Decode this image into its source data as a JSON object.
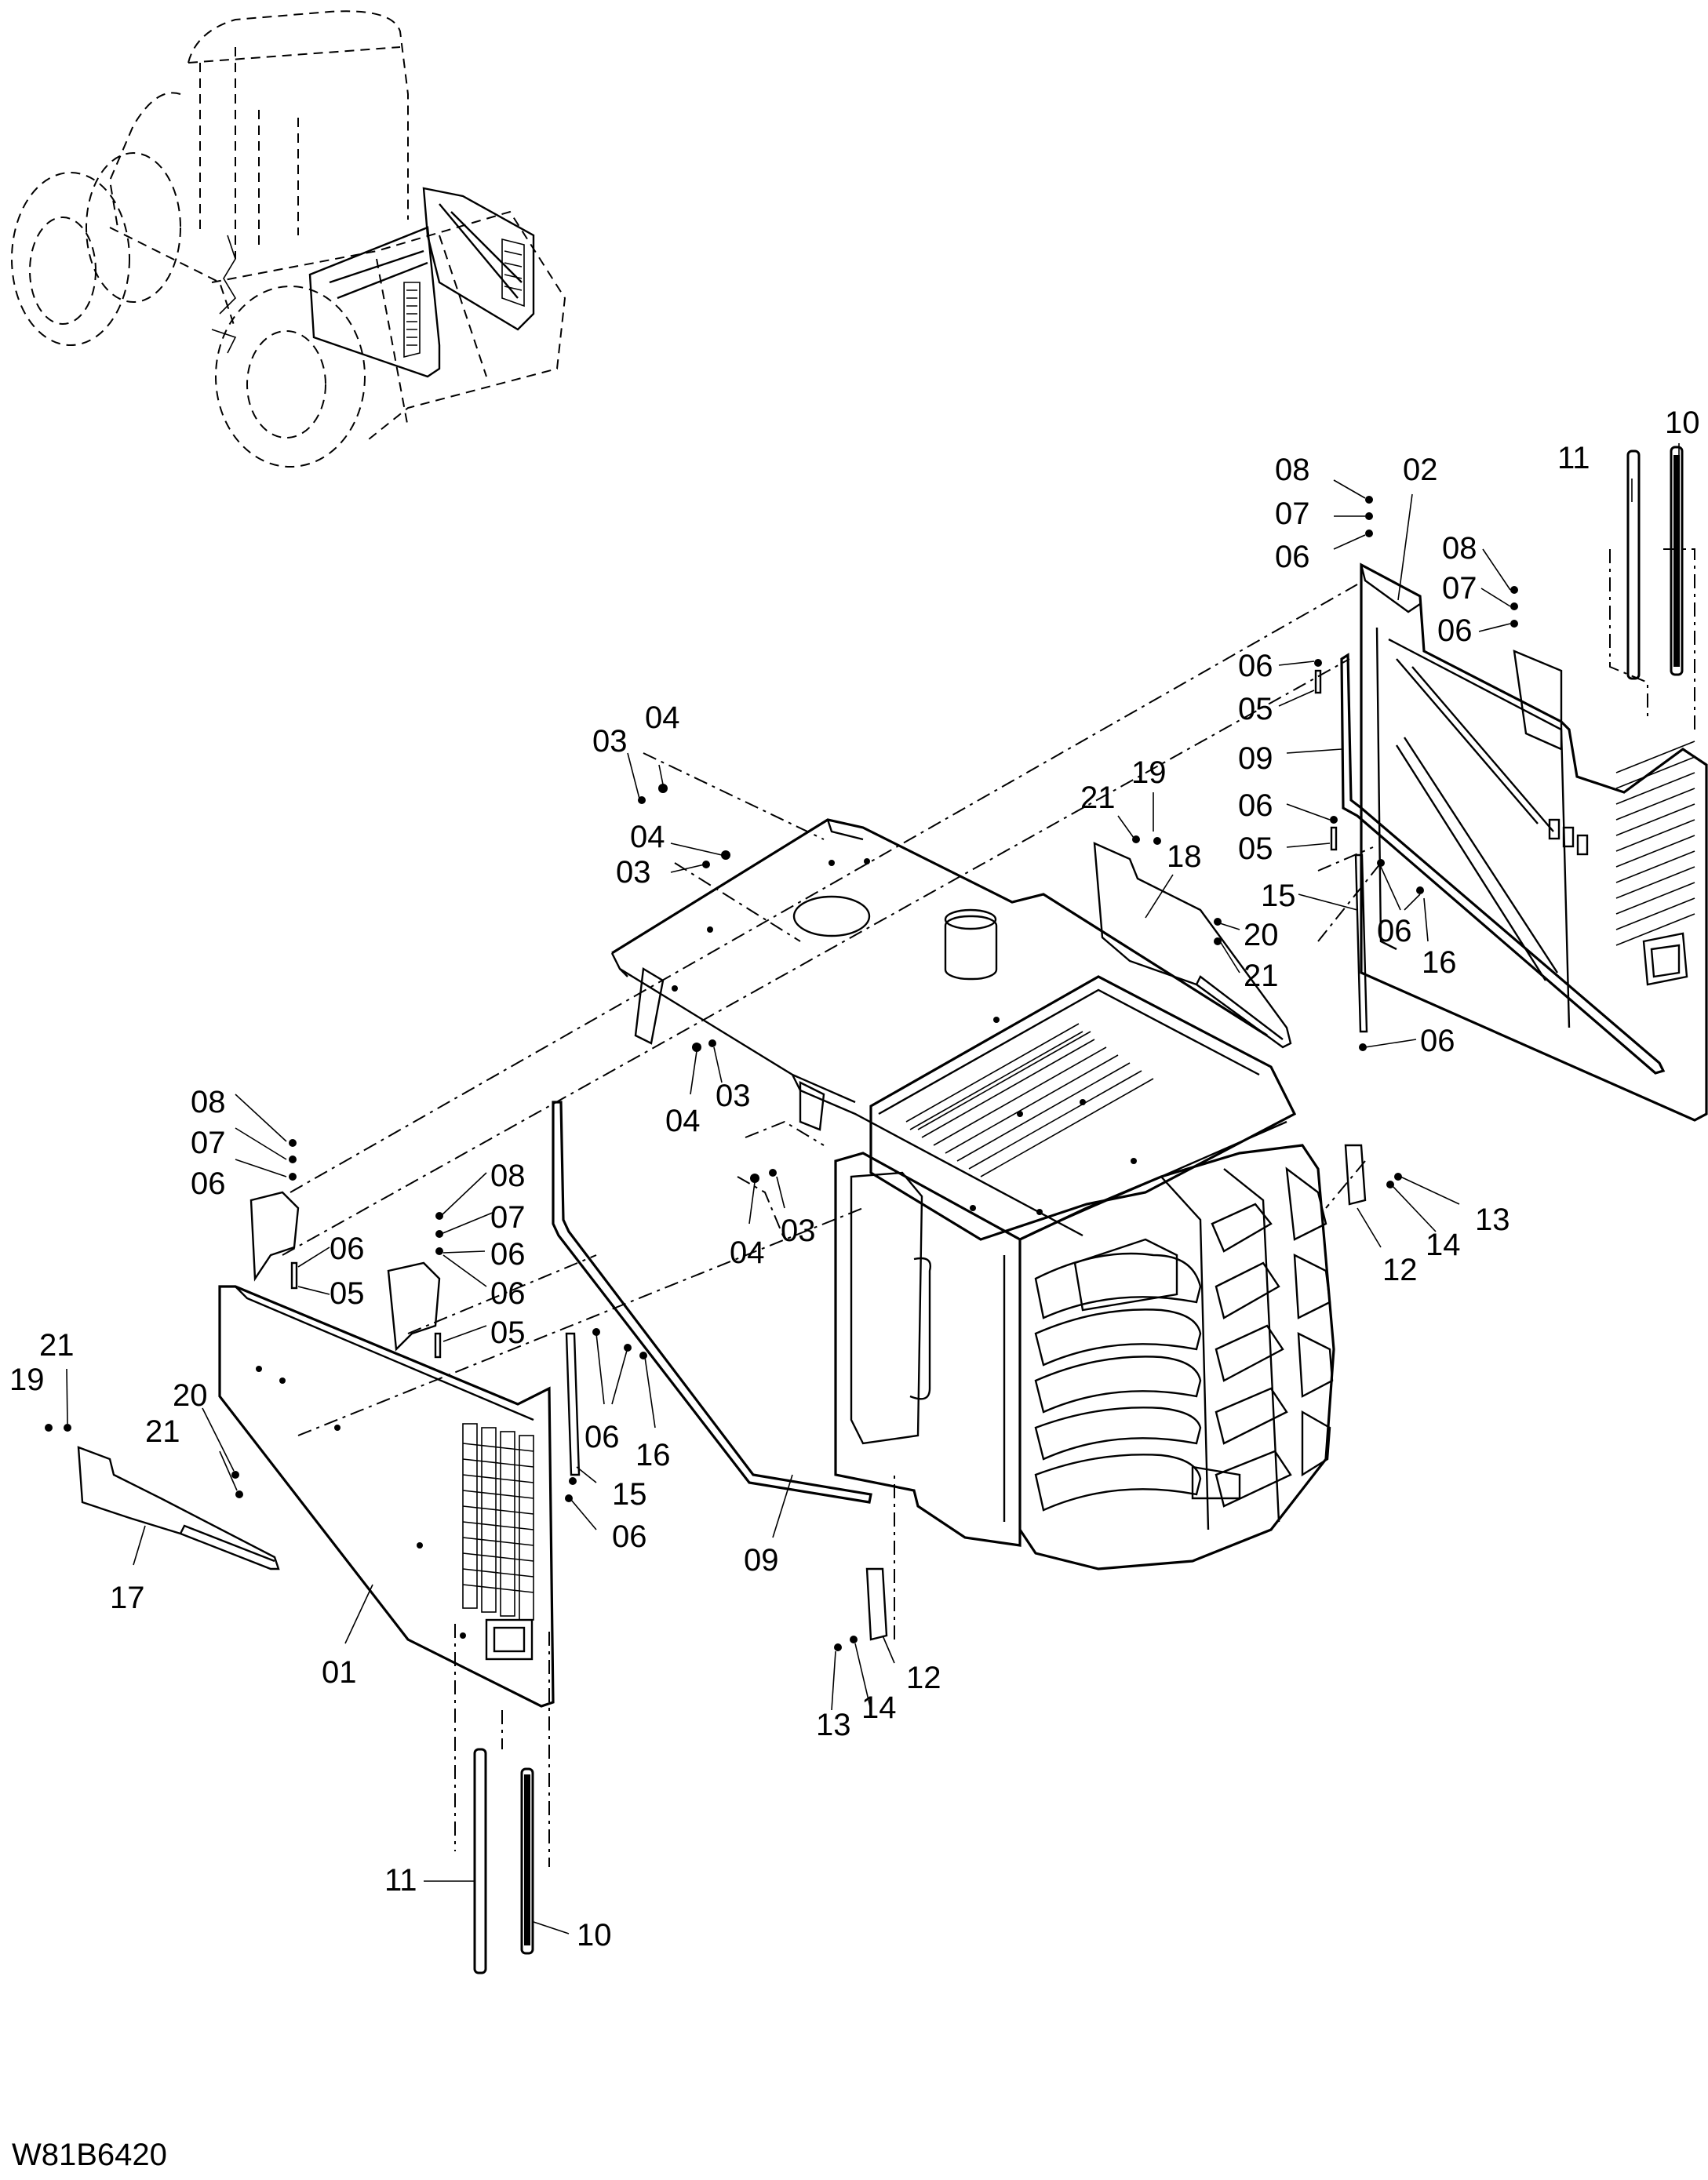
{
  "drawing_code": "W81B6420",
  "callouts": [
    {
      "key": "c_02_tr",
      "text": "02"
    },
    {
      "key": "c_08_tr1",
      "text": "08"
    },
    {
      "key": "c_07_tr1",
      "text": "07"
    },
    {
      "key": "c_06_tr1",
      "text": "06"
    },
    {
      "key": "c_08_tr2",
      "text": "08"
    },
    {
      "key": "c_07_tr2",
      "text": "07"
    },
    {
      "key": "c_06_tr2",
      "text": "06"
    },
    {
      "key": "c_06_tr3",
      "text": "06"
    },
    {
      "key": "c_05_tr1",
      "text": "05"
    },
    {
      "key": "c_09_tr",
      "text": "09"
    },
    {
      "key": "c_06_tr4",
      "text": "06"
    },
    {
      "key": "c_05_tr2",
      "text": "05"
    },
    {
      "key": "c_15_tr",
      "text": "15"
    },
    {
      "key": "c_06_tr5",
      "text": "06"
    },
    {
      "key": "c_16_tr",
      "text": "16"
    },
    {
      "key": "c_06_tr6",
      "text": "06"
    },
    {
      "key": "c_11_tr",
      "text": "11"
    },
    {
      "key": "c_10_tr",
      "text": "10"
    },
    {
      "key": "c_19_tr",
      "text": "19"
    },
    {
      "key": "c_21_tr1",
      "text": "21"
    },
    {
      "key": "c_18_tr",
      "text": "18"
    },
    {
      "key": "c_20_tr",
      "text": "20"
    },
    {
      "key": "c_21_tr2",
      "text": "21"
    },
    {
      "key": "c_03_top1",
      "text": "03"
    },
    {
      "key": "c_04_top1",
      "text": "04"
    },
    {
      "key": "c_04_top2",
      "text": "04"
    },
    {
      "key": "c_03_top2",
      "text": "03"
    },
    {
      "key": "c_04_mid1",
      "text": "04"
    },
    {
      "key": "c_03_mid1",
      "text": "03"
    },
    {
      "key": "c_04_mid2",
      "text": "04"
    },
    {
      "key": "c_03_mid2",
      "text": "03"
    },
    {
      "key": "c_13_r",
      "text": "13"
    },
    {
      "key": "c_14_r",
      "text": "14"
    },
    {
      "key": "c_12_r",
      "text": "12"
    },
    {
      "key": "c_08_l1",
      "text": "08"
    },
    {
      "key": "c_07_l1",
      "text": "07"
    },
    {
      "key": "c_06_l1",
      "text": "06"
    },
    {
      "key": "c_08_l2",
      "text": "08"
    },
    {
      "key": "c_07_l2",
      "text": "07"
    },
    {
      "key": "c_06_l2",
      "text": "06"
    },
    {
      "key": "c_06_l3",
      "text": "06"
    },
    {
      "key": "c_05_l1",
      "text": "05"
    },
    {
      "key": "c_06_l4",
      "text": "06"
    },
    {
      "key": "c_05_l2",
      "text": "05"
    },
    {
      "key": "c_21_l1",
      "text": "21"
    },
    {
      "key": "c_19_l",
      "text": "19"
    },
    {
      "key": "c_20_l",
      "text": "20"
    },
    {
      "key": "c_21_l2",
      "text": "21"
    },
    {
      "key": "c_17_l",
      "text": "17"
    },
    {
      "key": "c_01_l",
      "text": "01"
    },
    {
      "key": "c_06_l5",
      "text": "06"
    },
    {
      "key": "c_16_l",
      "text": "16"
    },
    {
      "key": "c_15_l",
      "text": "15"
    },
    {
      "key": "c_06_l6",
      "text": "06"
    },
    {
      "key": "c_09_l",
      "text": "09"
    },
    {
      "key": "c_12_b",
      "text": "12"
    },
    {
      "key": "c_13_b",
      "text": "13"
    },
    {
      "key": "c_14_b",
      "text": "14"
    },
    {
      "key": "c_11_b",
      "text": "11"
    },
    {
      "key": "c_10_b",
      "text": "10"
    }
  ]
}
